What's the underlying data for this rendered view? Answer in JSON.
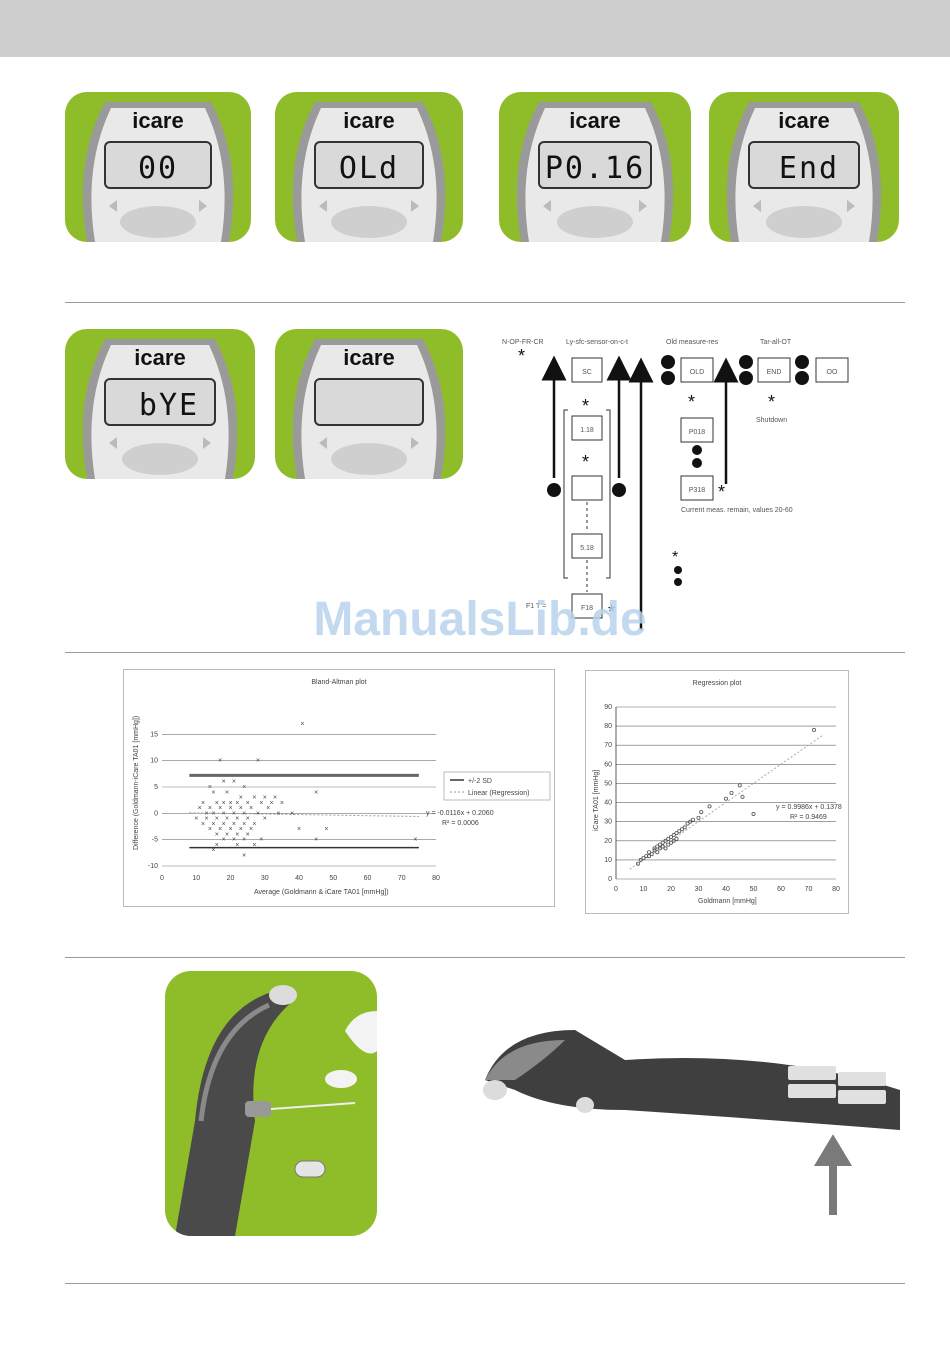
{
  "devices": {
    "brand": "icare",
    "row1": [
      {
        "display": "00"
      },
      {
        "display": "OLd"
      },
      {
        "display": "P0.16"
      },
      {
        "display": "End"
      }
    ],
    "row2": [
      {
        "display": "bYE"
      },
      {
        "display": ""
      }
    ]
  },
  "flow": {
    "col_labels": [
      "N-OP-FR-CR",
      "Ly-sfc-sensor-on-c-t",
      "Old measure-res",
      "Tar-all-OT"
    ],
    "boxes": {
      "sc": "SC",
      "old": "OLD",
      "end": "END",
      "oo": "OO",
      "b1": "1.18",
      "b2": "",
      "b3": "5.18",
      "b4": "F18",
      "p1": "P018",
      "p2": "P318"
    },
    "notes": {
      "shutdown": "Shutdown",
      "measure": "Current meas. remain, values 20-60",
      "f18": "F1 T ="
    }
  },
  "watermark": "ManualsLib.de",
  "charts": [
    {
      "chart_data": {
        "type": "scatter",
        "title": "Bland-Altman plot",
        "xlabel": "Average (Goldmann & iCare TA01 [mmHg])",
        "ylabel": "Difference (Goldmann-iCare TA01 [mmHg])",
        "xlim": [
          0,
          80
        ],
        "ylim": [
          -10,
          20
        ],
        "xticks": [
          "0",
          "10",
          "20",
          "30",
          "40",
          "50",
          "60",
          "70",
          "80"
        ],
        "yticks": [
          "-10",
          "-5",
          "0",
          "5",
          "10",
          "15"
        ],
        "legend": [
          "+/-2 SD",
          "Linear (Regression)"
        ],
        "annotation": [
          "y = -0.0116x + 0.2060",
          "R² = 0.0006"
        ],
        "bands": {
          "upper": 7.2,
          "lower": -6.5
        },
        "points": [
          [
            17,
            10
          ],
          [
            28,
            10
          ],
          [
            41,
            17
          ],
          [
            18,
            6
          ],
          [
            21,
            6
          ],
          [
            24,
            5
          ],
          [
            14,
            5
          ],
          [
            15,
            4
          ],
          [
            19,
            4
          ],
          [
            23,
            3
          ],
          [
            27,
            3
          ],
          [
            30,
            3
          ],
          [
            33,
            3
          ],
          [
            12,
            2
          ],
          [
            16,
            2
          ],
          [
            18,
            2
          ],
          [
            20,
            2
          ],
          [
            22,
            2
          ],
          [
            25,
            2
          ],
          [
            29,
            2
          ],
          [
            32,
            2
          ],
          [
            35,
            2
          ],
          [
            11,
            1
          ],
          [
            14,
            1
          ],
          [
            17,
            1
          ],
          [
            20,
            1
          ],
          [
            23,
            1
          ],
          [
            26,
            1
          ],
          [
            31,
            1
          ],
          [
            13,
            0
          ],
          [
            15,
            0
          ],
          [
            18,
            0
          ],
          [
            21,
            0
          ],
          [
            24,
            0
          ],
          [
            28,
            0
          ],
          [
            34,
            0
          ],
          [
            38,
            0
          ],
          [
            10,
            -1
          ],
          [
            13,
            -1
          ],
          [
            16,
            -1
          ],
          [
            19,
            -1
          ],
          [
            22,
            -1
          ],
          [
            25,
            -1
          ],
          [
            30,
            -1
          ],
          [
            12,
            -2
          ],
          [
            15,
            -2
          ],
          [
            18,
            -2
          ],
          [
            21,
            -2
          ],
          [
            24,
            -2
          ],
          [
            27,
            -2
          ],
          [
            14,
            -3
          ],
          [
            17,
            -3
          ],
          [
            20,
            -3
          ],
          [
            23,
            -3
          ],
          [
            26,
            -3
          ],
          [
            40,
            -3
          ],
          [
            48,
            -3
          ],
          [
            16,
            -4
          ],
          [
            19,
            -4
          ],
          [
            22,
            -4
          ],
          [
            25,
            -4
          ],
          [
            18,
            -5
          ],
          [
            21,
            -5
          ],
          [
            24,
            -5
          ],
          [
            29,
            -5
          ],
          [
            45,
            -5
          ],
          [
            74,
            -5
          ],
          [
            16,
            -6
          ],
          [
            22,
            -6
          ],
          [
            27,
            -6
          ],
          [
            15,
            -7
          ],
          [
            24,
            -8
          ],
          [
            45,
            4
          ]
        ]
      }
    },
    {
      "chart_data": {
        "type": "scatter",
        "title": "Regression plot",
        "xlabel": "Goldmann [mmHg]",
        "ylabel": "iCare TA01 [mmHg]",
        "xlim": [
          0,
          80
        ],
        "ylim": [
          0,
          90
        ],
        "xticks": [
          "0",
          "10",
          "20",
          "30",
          "40",
          "50",
          "60",
          "70",
          "80"
        ],
        "yticks": [
          "0",
          "10",
          "20",
          "30",
          "40",
          "50",
          "60",
          "70",
          "80",
          "90"
        ],
        "annotation": [
          "y = 0.9986x + 0.1378",
          "R² = 0.9469"
        ],
        "regression": {
          "slope": 0.9986,
          "intercept": 0.1378
        },
        "points": [
          [
            8,
            8
          ],
          [
            9,
            10
          ],
          [
            10,
            11
          ],
          [
            11,
            12
          ],
          [
            12,
            12
          ],
          [
            12,
            14
          ],
          [
            13,
            13
          ],
          [
            14,
            15
          ],
          [
            14,
            16
          ],
          [
            15,
            14
          ],
          [
            15,
            17
          ],
          [
            16,
            16
          ],
          [
            16,
            18
          ],
          [
            17,
            17
          ],
          [
            17,
            19
          ],
          [
            18,
            16
          ],
          [
            18,
            20
          ],
          [
            19,
            18
          ],
          [
            19,
            21
          ],
          [
            20,
            19
          ],
          [
            20,
            22
          ],
          [
            21,
            20
          ],
          [
            21,
            23
          ],
          [
            22,
            24
          ],
          [
            22,
            21
          ],
          [
            23,
            25
          ],
          [
            24,
            26
          ],
          [
            25,
            27
          ],
          [
            26,
            29
          ],
          [
            27,
            30
          ],
          [
            28,
            31
          ],
          [
            30,
            32
          ],
          [
            31,
            35
          ],
          [
            34,
            38
          ],
          [
            40,
            42
          ],
          [
            42,
            45
          ],
          [
            45,
            49
          ],
          [
            46,
            43
          ],
          [
            50,
            34
          ],
          [
            72,
            78
          ]
        ]
      }
    }
  ]
}
